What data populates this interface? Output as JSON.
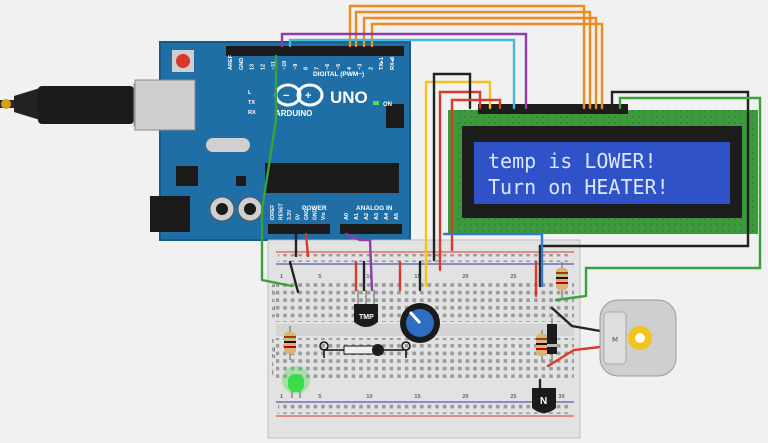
{
  "arduino": {
    "brand": "ARDUINO",
    "model": "UNO",
    "on_label": "ON",
    "digital_label": "DIGITAL (PWM~)",
    "analog_label": "ANALOG IN",
    "power_label": "POWER",
    "top_pins": [
      "AREF",
      "GND",
      "13",
      "12",
      "~11",
      "~10",
      "~9",
      "8",
      "7",
      "~6",
      "~5",
      "4",
      "~3",
      "2",
      "TX▸1",
      "RX◂0"
    ],
    "power_pins": [
      "IOREF",
      "RESET",
      "3.3V",
      "5V",
      "GND",
      "GND",
      "Vin"
    ],
    "analog_pins": [
      "A0",
      "A1",
      "A2",
      "A3",
      "A4",
      "A5"
    ],
    "side_leds": [
      "L",
      "TX",
      "RX"
    ]
  },
  "lcd": {
    "line1": "temp is LOWER!",
    "line2": "Turn on HEATER!"
  },
  "components": {
    "sensor_label": "TMP",
    "transistor_label": "N",
    "motor_label": "M"
  },
  "breadboard": {
    "col_numbers": [
      1,
      5,
      10,
      15,
      20,
      25,
      30
    ],
    "row_letters": [
      "a",
      "b",
      "c",
      "d",
      "e",
      "f",
      "g",
      "h",
      "i",
      "j"
    ]
  },
  "colors": {
    "board": "#1f6fa6",
    "lcd_pcb": "#3c9a3c",
    "lcd_screen": "#2f52c8",
    "lcd_text": "#dbe7ff",
    "wire_orange": "#f08a1c",
    "wire_purple": "#8e3fa6",
    "wire_cyan": "#49b8d8",
    "wire_yellow": "#f2c31b",
    "wire_red": "#d93b2b",
    "wire_black": "#222222",
    "wire_green": "#3aa23a",
    "wire_blue": "#3578c8",
    "led": "#3ddc4a"
  },
  "icons": [
    "usb-cable-icon",
    "reset-button-icon",
    "arduino-logo-icon",
    "motor-icon",
    "potentiometer-icon"
  ]
}
